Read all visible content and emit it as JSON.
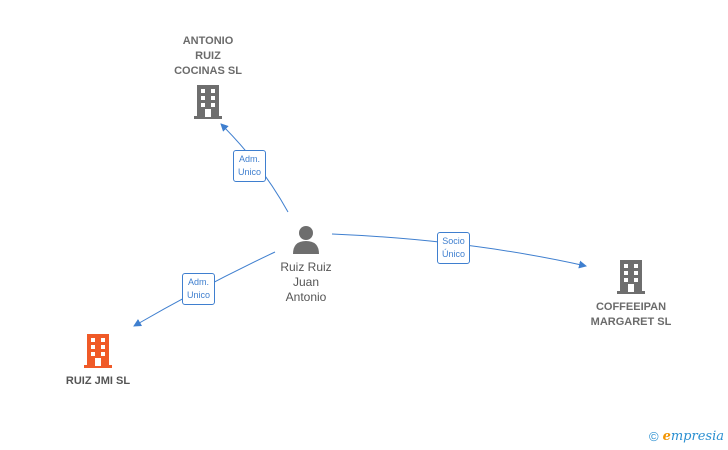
{
  "nodes": {
    "antonio_ruiz_cocinas": {
      "lines": [
        "ANTONIO",
        "RUIZ",
        "COCINAS SL"
      ],
      "color": "#6e6e6e"
    },
    "ruiz_ruiz_juan_antonio": {
      "lines": [
        "Ruiz Ruiz",
        "Juan",
        "Antonio"
      ],
      "color": "#6e6e6e"
    },
    "ruiz_jmi": {
      "lines": [
        "RUIZ JMI  SL"
      ],
      "color": "#f05a28"
    },
    "coffeeipan": {
      "lines": [
        "COFFEEIPAN",
        "MARGARET  SL"
      ],
      "color": "#6e6e6e"
    }
  },
  "edges": {
    "to_antonio": {
      "lines": [
        "Adm.",
        "Unico"
      ]
    },
    "to_ruiz_jmi": {
      "lines": [
        "Adm.",
        "Unico"
      ]
    },
    "to_coffeeipan": {
      "lines": [
        "Socio",
        "Único"
      ]
    }
  },
  "colors": {
    "edge": "#3f7fcf",
    "accent": "#f05a28"
  },
  "footer": {
    "copyright_symbol": "©",
    "brand_e": "e",
    "brand_rest": "mpresia"
  }
}
